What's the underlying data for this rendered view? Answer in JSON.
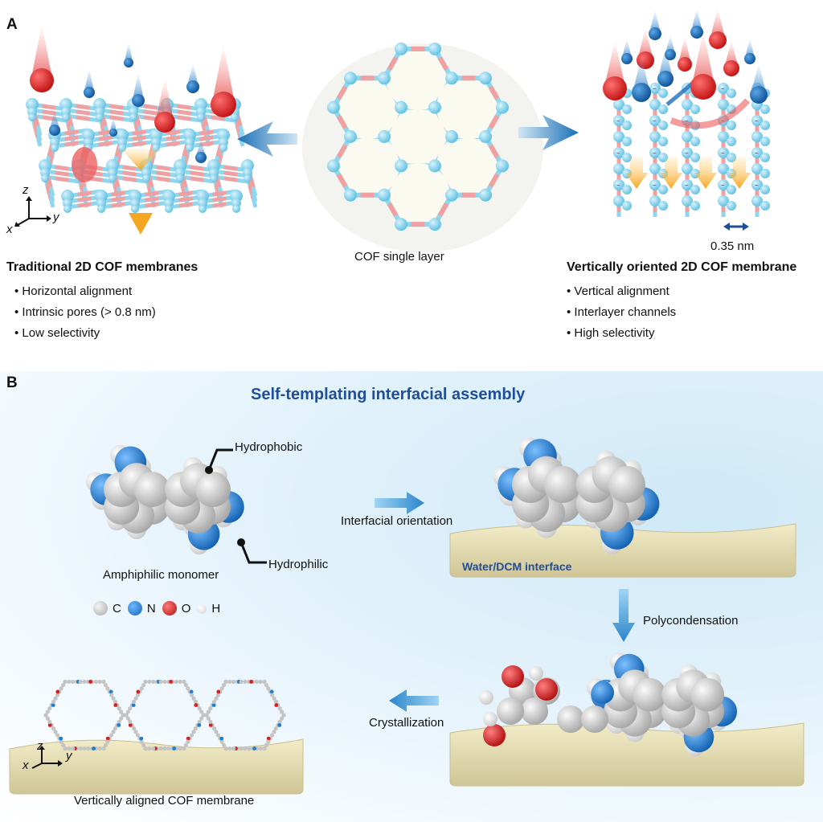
{
  "panelA": {
    "label": "A",
    "left": {
      "title": "Traditional 2D COF membranes",
      "bullets": [
        "Horizontal alignment",
        "Intrinsic pores (> 0.8 nm)",
        "Low selectivity"
      ],
      "axes": {
        "z": "z",
        "y": "y",
        "x": "x"
      }
    },
    "center": {
      "caption": "COF single layer"
    },
    "right": {
      "title": "Vertically oriented 2D COF membrane",
      "bullets": [
        "Vertical alignment",
        "Interlayer channels",
        "High selectivity"
      ],
      "spacing_label": "0.35 nm"
    }
  },
  "panelB": {
    "label": "B",
    "title": "Self-templating interfacial assembly",
    "monomer": {
      "caption": "Amphiphilic monomer",
      "hydrophobic_label": "Hydrophobic",
      "hydrophilic_label": "Hydrophilic"
    },
    "legend": [
      {
        "symbol": "C",
        "color": "#bdbdbd"
      },
      {
        "symbol": "N",
        "color": "#1e7fd0"
      },
      {
        "symbol": "O",
        "color": "#d62020"
      },
      {
        "symbol": "H",
        "color": "#eeeeee"
      }
    ],
    "steps": {
      "interfacial_orientation": "Interfacial orientation",
      "polycondensation": "Polycondensation",
      "crystallization": "Crystallization"
    },
    "interface_label": "Water/DCM interface",
    "final_caption": "Vertically aligned COF membrane",
    "axes": {
      "z": "z",
      "y": "y",
      "x": "x"
    }
  },
  "colors": {
    "carbon": "#bdbdbd",
    "nitrogen": "#1e7fd0",
    "oxygen": "#d62020",
    "hydrogen": "#eeeeee",
    "cof_node": "#8fd6ef",
    "cof_link": "#f0a0a0",
    "accent_blue": "#1f4e9a",
    "flow_arrow": "#f5a623",
    "substrate": "#e6dfb4"
  }
}
